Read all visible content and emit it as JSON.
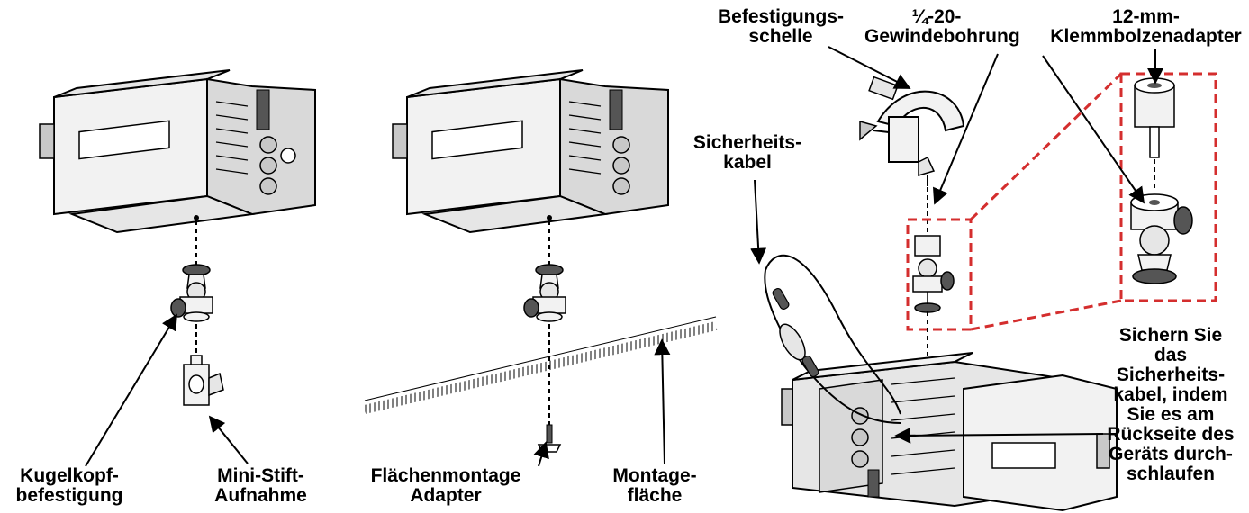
{
  "labels": {
    "kugelkopf": [
      "Kugelkopf-",
      "befestigung"
    ],
    "mini_stift": [
      "Mini-Stift-",
      "Aufnahme"
    ],
    "flaechenmontage": [
      "Flächenmontage",
      "Adapter"
    ],
    "montageflaeche": [
      "Montage-",
      "fläche"
    ],
    "befestigungsschelle": [
      "Befestigungs-",
      "schelle"
    ],
    "gewindebohrung": [
      "¼-20-",
      "Gewindebohrung"
    ],
    "klemmbolzen": [
      "12-mm-",
      "Klemmbolzenadapter"
    ],
    "sicherheitskabel": [
      "Sicherheits-",
      "kabel"
    ],
    "sichern": [
      "Sichern Sie",
      "das",
      "Sicherheits-",
      "kabel, indem",
      "Sie es am",
      "Rückseite des",
      "Geräts durch-",
      "schlaufen"
    ]
  },
  "colors": {
    "ink": "#000000",
    "fill_light": "#f2f2f2",
    "fill_mid": "#c8c8c8",
    "fill_dark": "#555555",
    "highlight_dash": "#d42e2e"
  },
  "icons": [
    "fixture-icon",
    "ball-head-icon",
    "mini-pin-receiver-icon",
    "surface-mount-adapter-icon",
    "clamp-icon",
    "clamp-bolt-adapter-icon",
    "safety-cable-icon"
  ]
}
